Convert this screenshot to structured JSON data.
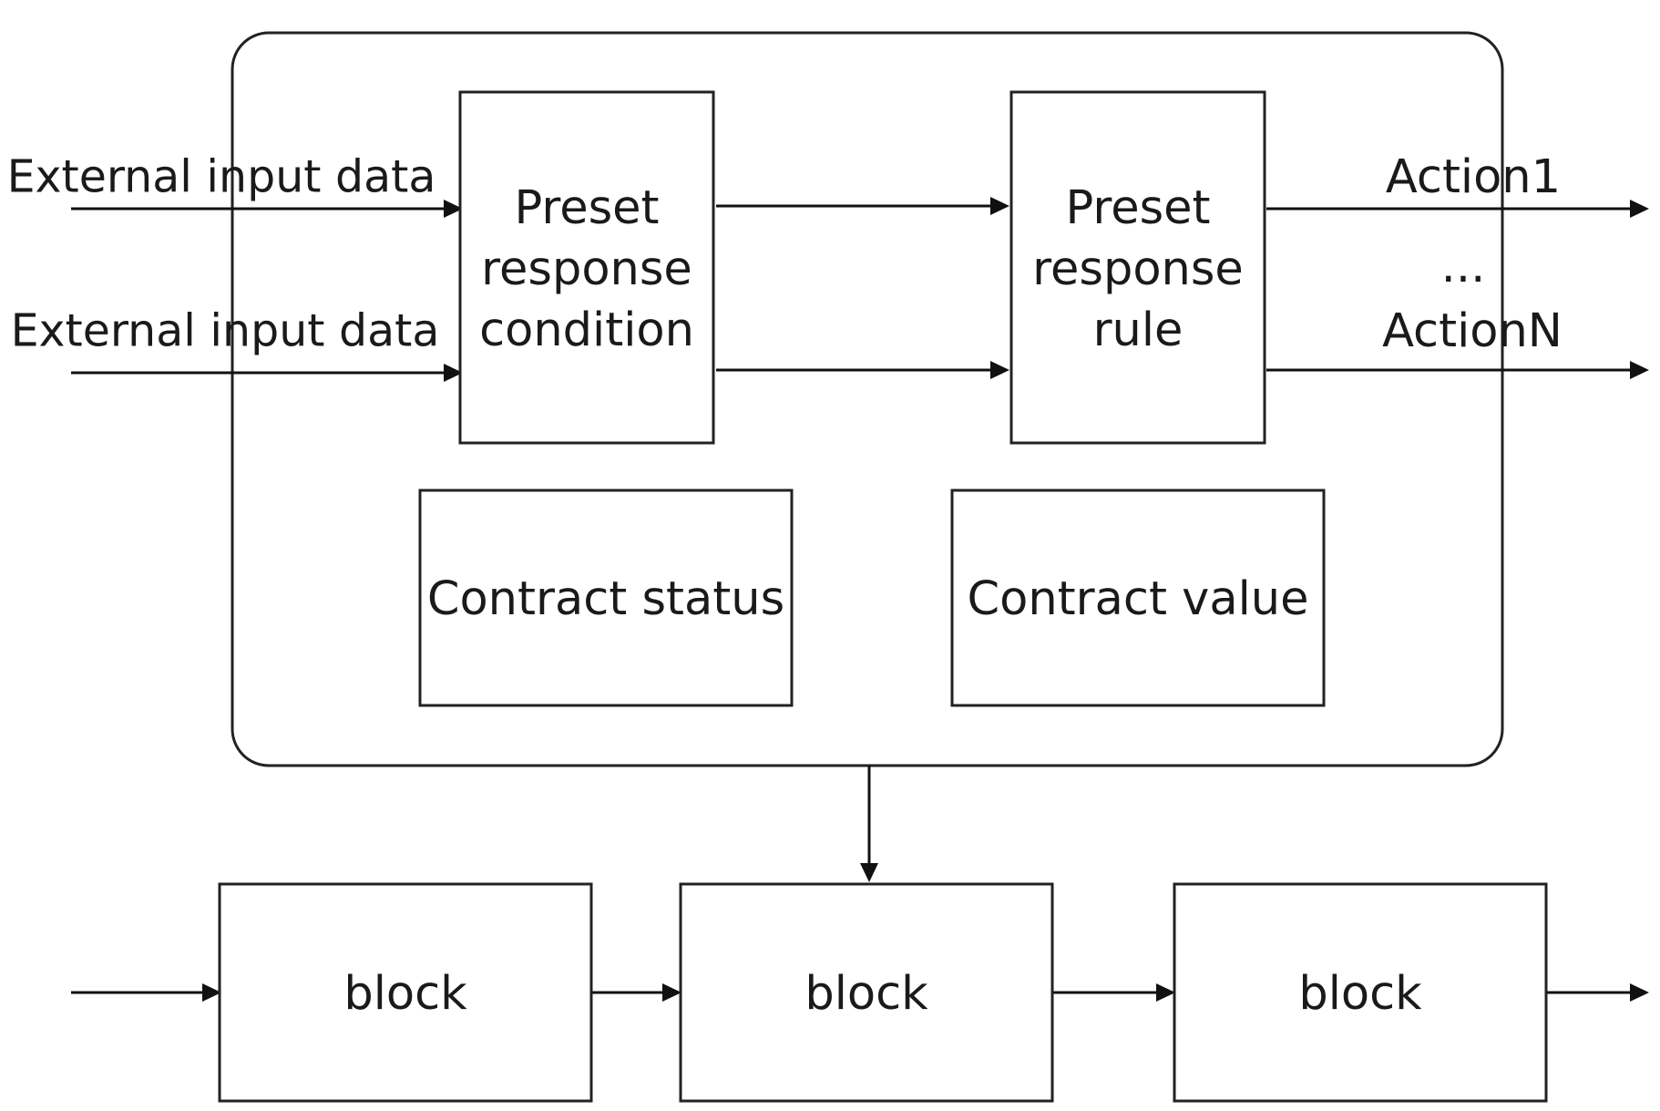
{
  "inputs": {
    "label_1": "External input data",
    "label_2": "External input data"
  },
  "condition_box": {
    "line_1": "Preset",
    "line_2": "response",
    "line_3": "condition"
  },
  "rule_box": {
    "line_1": "Preset",
    "line_2": "response",
    "line_3": "rule"
  },
  "outputs": {
    "action_first": "Action1",
    "ellipsis": "...",
    "action_last": "ActionN"
  },
  "contract_status": "Contract status",
  "contract_value": "Contract value",
  "chain": {
    "blocks": [
      "block",
      "block",
      "block"
    ]
  }
}
